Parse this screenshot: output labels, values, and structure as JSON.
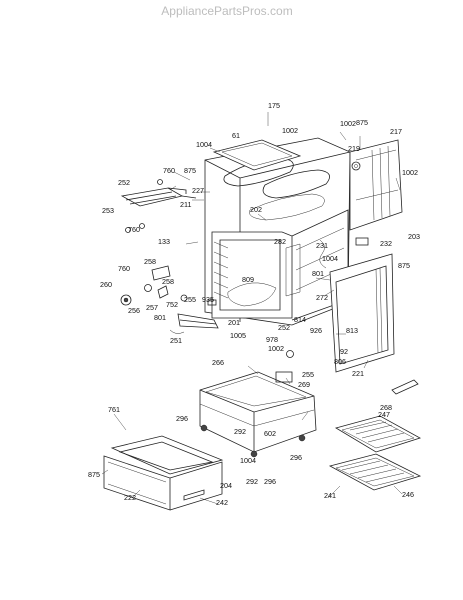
{
  "watermark": "AppliancePartsPros.com",
  "labels": [
    "175",
    "1002",
    "1002",
    "875",
    "61",
    "217",
    "1004",
    "219",
    "1002",
    "875",
    "760",
    "252",
    "227",
    "211",
    "202",
    "203",
    "253",
    "232",
    "760",
    "282",
    "231",
    "133",
    "1004",
    "875",
    "760",
    "258",
    "801",
    "258",
    "272",
    "260",
    "255",
    "809",
    "752",
    "257",
    "256",
    "935",
    "814",
    "926",
    "201",
    "813",
    "801",
    "252",
    "1005",
    "978",
    "1002",
    "92",
    "806",
    "251",
    "255",
    "221",
    "266",
    "269",
    "761",
    "268",
    "247",
    "296",
    "292",
    "602",
    "296",
    "1004",
    "875",
    "204",
    "292",
    "296",
    "222",
    "242",
    "241",
    "246"
  ]
}
